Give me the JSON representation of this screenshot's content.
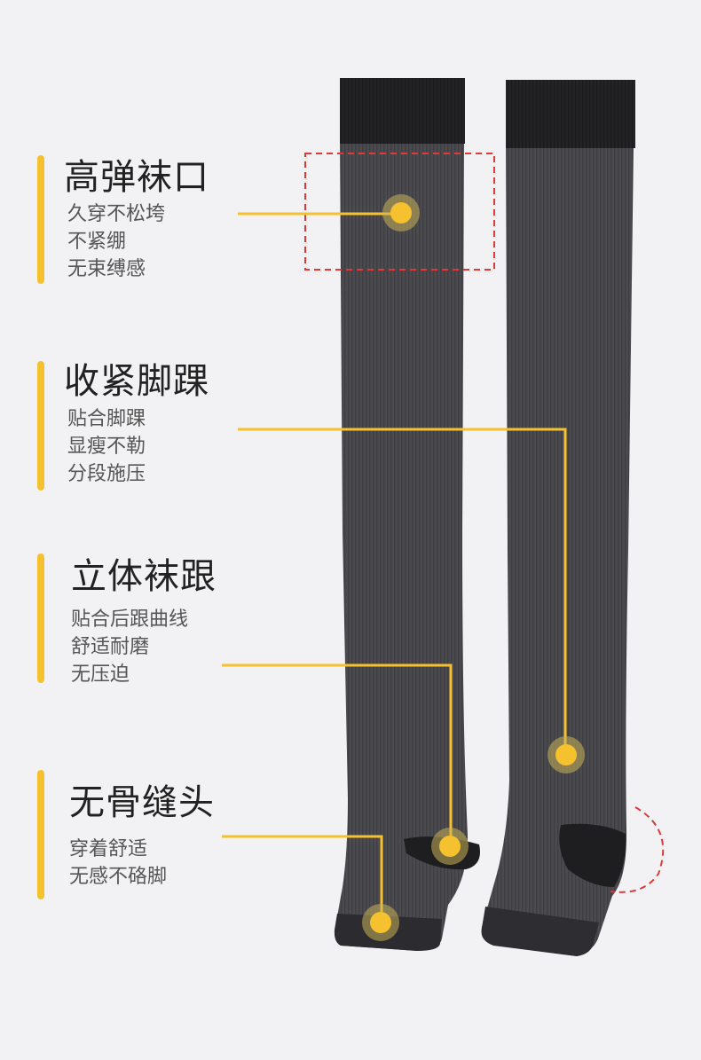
{
  "accent_color": "#f5c12e",
  "features": [
    {
      "title": "高弹袜口",
      "lines": [
        "久穿不松垮",
        "不紧绷",
        "无束缚感"
      ]
    },
    {
      "title": "收紧脚踝",
      "lines": [
        "贴合脚踝",
        "显瘦不勒",
        "分段施压"
      ]
    },
    {
      "title": "立体袜跟",
      "lines": [
        "贴合后跟曲线",
        "舒适耐磨",
        "无压迫"
      ]
    },
    {
      "title": "无骨缝头",
      "lines": [
        "穿着舒适",
        "无感不硌脚"
      ]
    }
  ]
}
